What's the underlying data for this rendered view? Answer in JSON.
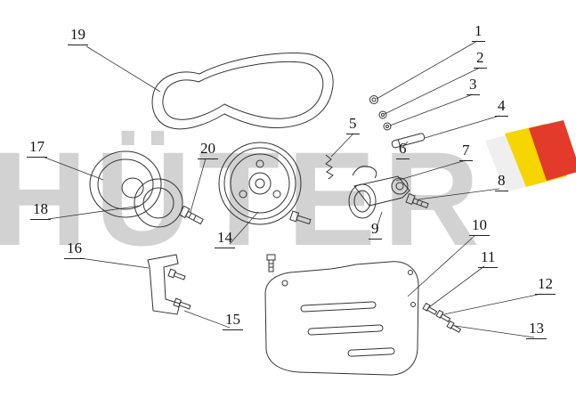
{
  "watermark": {
    "text": "HÜTER",
    "text_color": "#d2d2d2",
    "logo": {
      "white": "#efefef",
      "yellow": "#f6d500",
      "red": "#e23a2b"
    }
  },
  "callouts": {
    "c1": {
      "label": "1"
    },
    "c2": {
      "label": "2"
    },
    "c3": {
      "label": "3"
    },
    "c4": {
      "label": "4"
    },
    "c5": {
      "label": "5"
    },
    "c6": {
      "label": "6"
    },
    "c7": {
      "label": "7"
    },
    "c8": {
      "label": "8"
    },
    "c9": {
      "label": "9"
    },
    "c10": {
      "label": "10"
    },
    "c11": {
      "label": "11"
    },
    "c12": {
      "label": "12"
    },
    "c13": {
      "label": "13"
    },
    "c14": {
      "label": "14"
    },
    "c15": {
      "label": "15"
    },
    "c16": {
      "label": "16"
    },
    "c17": {
      "label": "17"
    },
    "c18": {
      "label": "18"
    },
    "c19": {
      "label": "19"
    },
    "c20": {
      "label": "20"
    }
  }
}
